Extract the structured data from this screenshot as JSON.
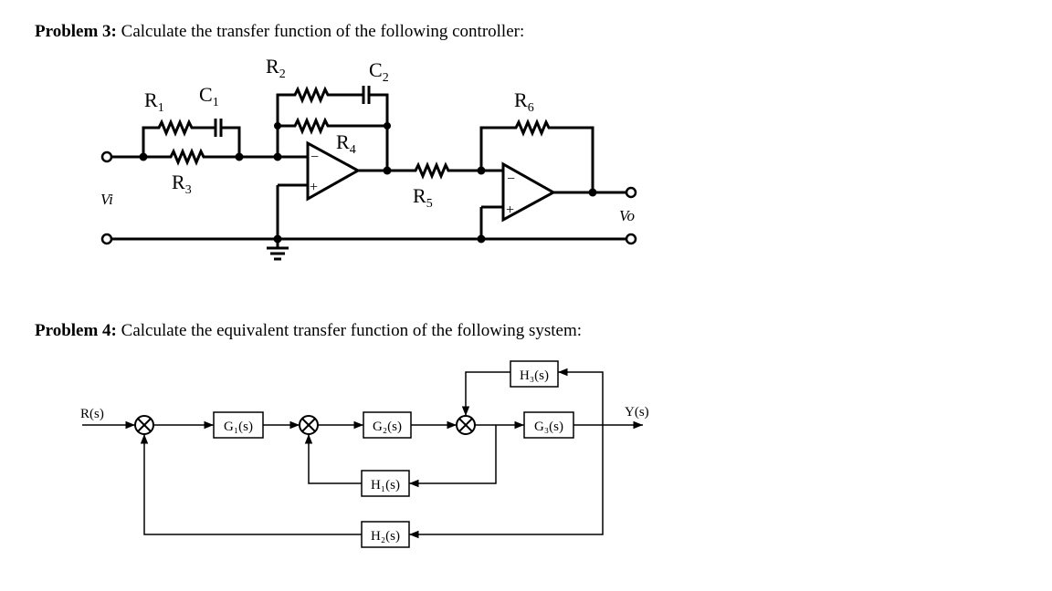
{
  "problem3": {
    "label": "Problem 3:",
    "text": "Calculate the transfer function of the following controller:"
  },
  "problem4": {
    "label": "Problem 4:",
    "text": "Calculate the equivalent transfer function of the following system:"
  },
  "circuit": {
    "r1": "R",
    "r1_sub": "1",
    "c1": "C",
    "c1_sub": "1",
    "r2": "R",
    "r2_sub": "2",
    "c2": "C",
    "c2_sub": "2",
    "r3": "R",
    "r3_sub": "3",
    "r4": "R",
    "r4_sub": "4",
    "r5": "R",
    "r5_sub": "5",
    "r6": "R",
    "r6_sub": "6",
    "vi": "Vi",
    "vo": "Vo",
    "opamp_minus": "−",
    "opamp_plus": "+"
  },
  "block_diagram": {
    "input": "R(s)",
    "output": "Y(s)",
    "g1": "G₁(s)",
    "g2": "G₂(s)",
    "g3": "G₃(s)",
    "h1": "H₁(s)",
    "h2": "H₂(s)",
    "h3": "H₃(s)"
  }
}
